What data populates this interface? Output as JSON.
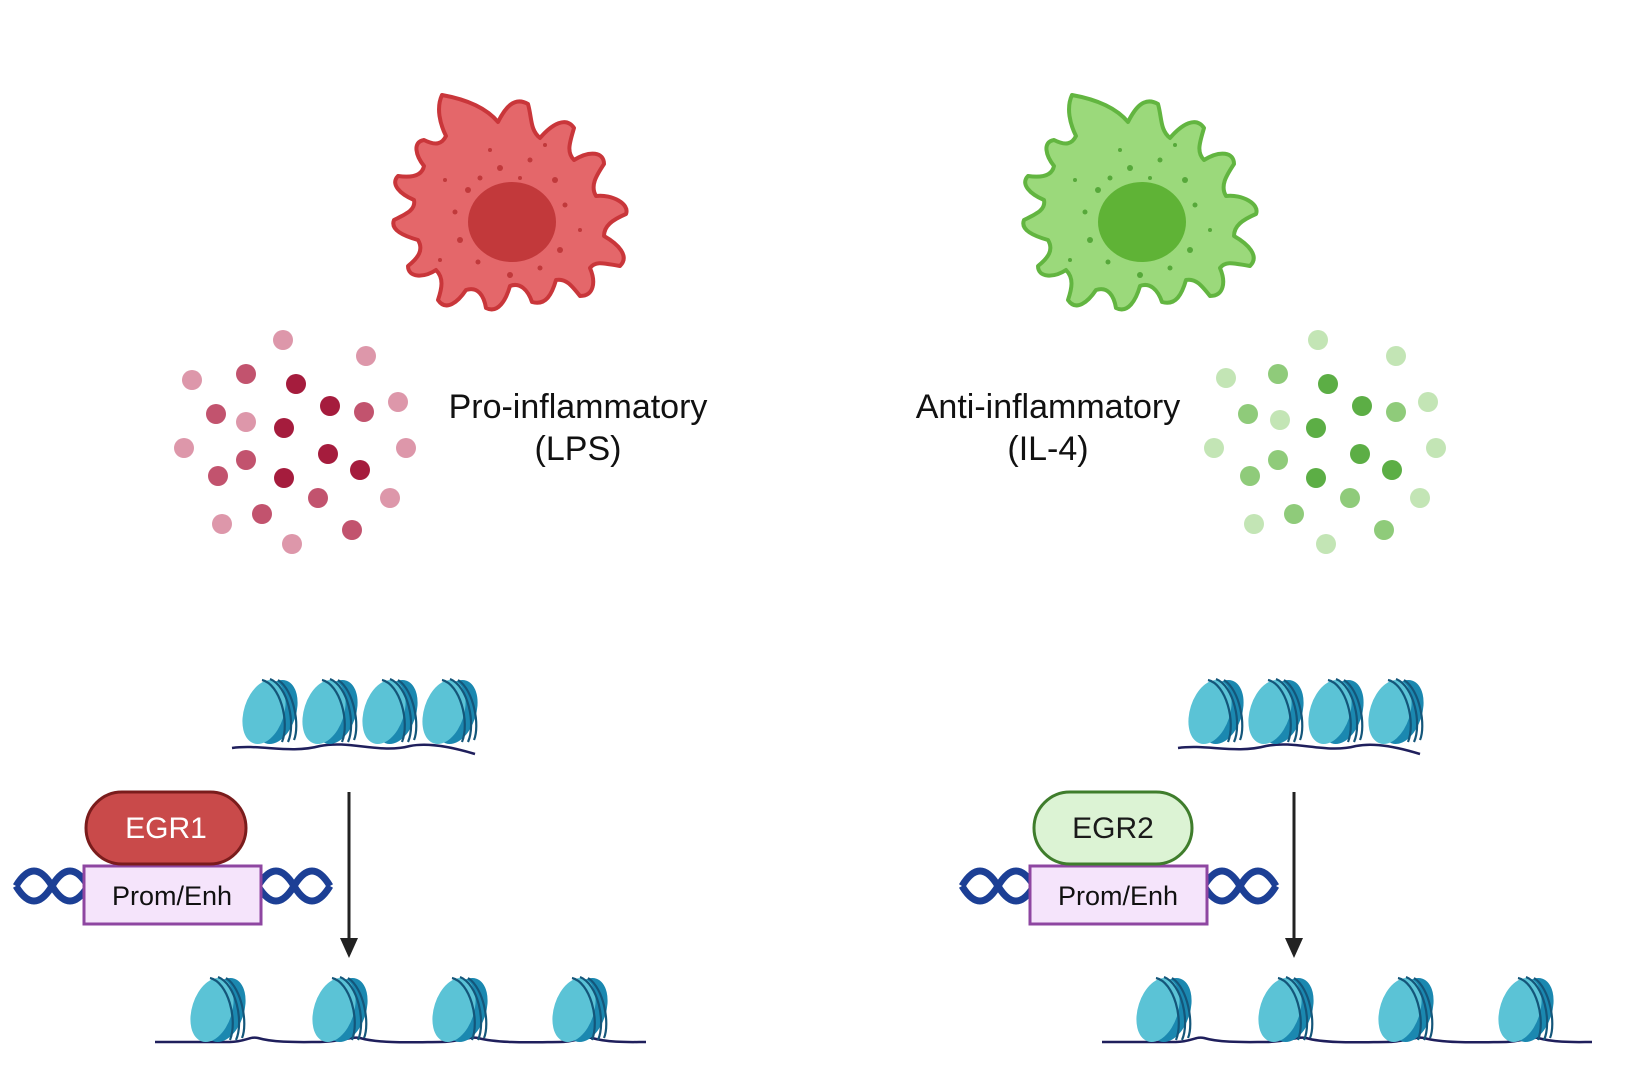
{
  "panels": [
    {
      "id": "pro",
      "label_line1": "Pro-inflammatory",
      "label_line2": "(LPS)",
      "factor": "EGR1",
      "element": "Prom/Enh",
      "colors": {
        "cell_fill": "#e4676a",
        "cell_stroke": "#c9363a",
        "nucleus": "#c2393b",
        "dots": "#c0393b",
        "factor_fill": "#c94a4a",
        "factor_stroke": "#7a1c1c",
        "factor_text": "#ffffff",
        "particle_dark": "#a51c3d",
        "particle_mid": "#c2536e",
        "particle_light": "#dd97aa"
      }
    },
    {
      "id": "anti",
      "label_line1": "Anti-inflammatory",
      "label_line2": "(IL-4)",
      "factor": "EGR2",
      "element": "Prom/Enh",
      "colors": {
        "cell_fill": "#9bd97b",
        "cell_stroke": "#62b540",
        "nucleus": "#5fb336",
        "dots": "#56a83a",
        "factor_fill": "#dcf3d4",
        "factor_stroke": "#3f7d2c",
        "factor_text": "#1a1a1a",
        "particle_dark": "#5cae45",
        "particle_mid": "#8fcb7a",
        "particle_light": "#c3e5b5"
      }
    }
  ],
  "colors": {
    "nucleosome_light": "#5bc3d6",
    "nucleosome_dark": "#1b88b0",
    "dna_line": "#1f1f5c",
    "dna_helix": "#1c3f95",
    "element_fill": "#f5e4fb",
    "element_stroke": "#8e46a1",
    "arrow": "#222222"
  }
}
